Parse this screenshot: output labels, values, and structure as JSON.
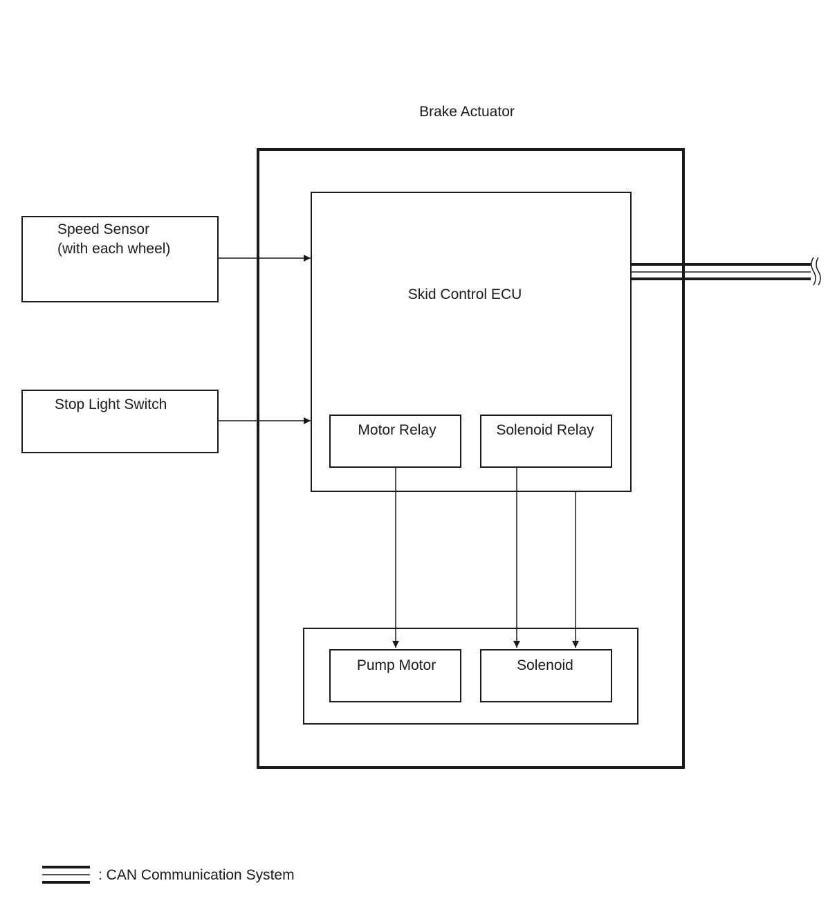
{
  "diagram": {
    "outer_label": "Brake Actuator",
    "ecu_label": "Skid Control ECU",
    "inputs": {
      "speed_sensor": [
        "Speed Sensor",
        "(with each wheel)"
      ],
      "stop_light_switch": "Stop Light Switch"
    },
    "relays": {
      "motor_relay": "Motor Relay",
      "solenoid_relay": "Solenoid Relay"
    },
    "outputs": {
      "pump_motor": "Pump Motor",
      "solenoid": "Solenoid"
    },
    "legend": {
      "can_label": ": CAN Communication System"
    }
  },
  "colors": {
    "line": "#1a1a1a",
    "background": "#ffffff"
  }
}
